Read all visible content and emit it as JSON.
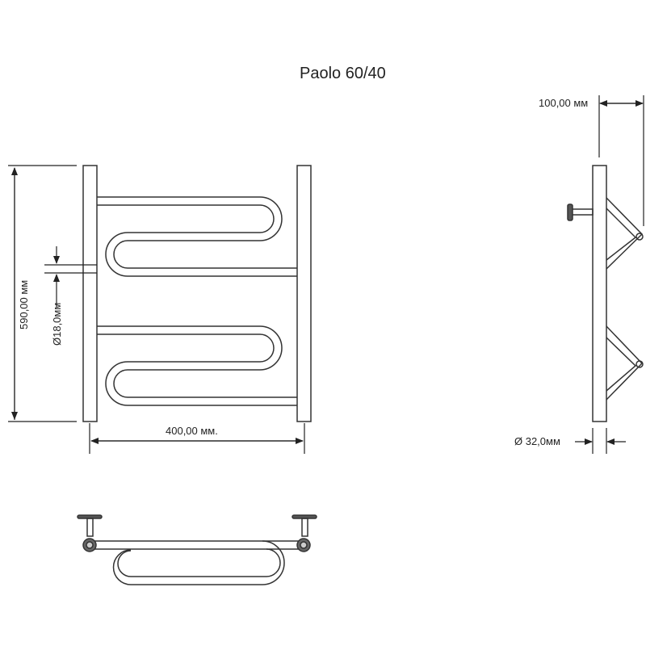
{
  "title": "Paolo 60/40",
  "dimensions": {
    "height": "590,00 мм",
    "width": "400,00 мм.",
    "tube_diameter": "Ø18,0мм",
    "depth": "100,00 мм",
    "upright_diameter": "Ø 32,0мм"
  },
  "views": {
    "front": "front-view",
    "side": "side-view",
    "top": "top-view"
  },
  "colors": {
    "line": "#333333",
    "background": "#ffffff"
  }
}
